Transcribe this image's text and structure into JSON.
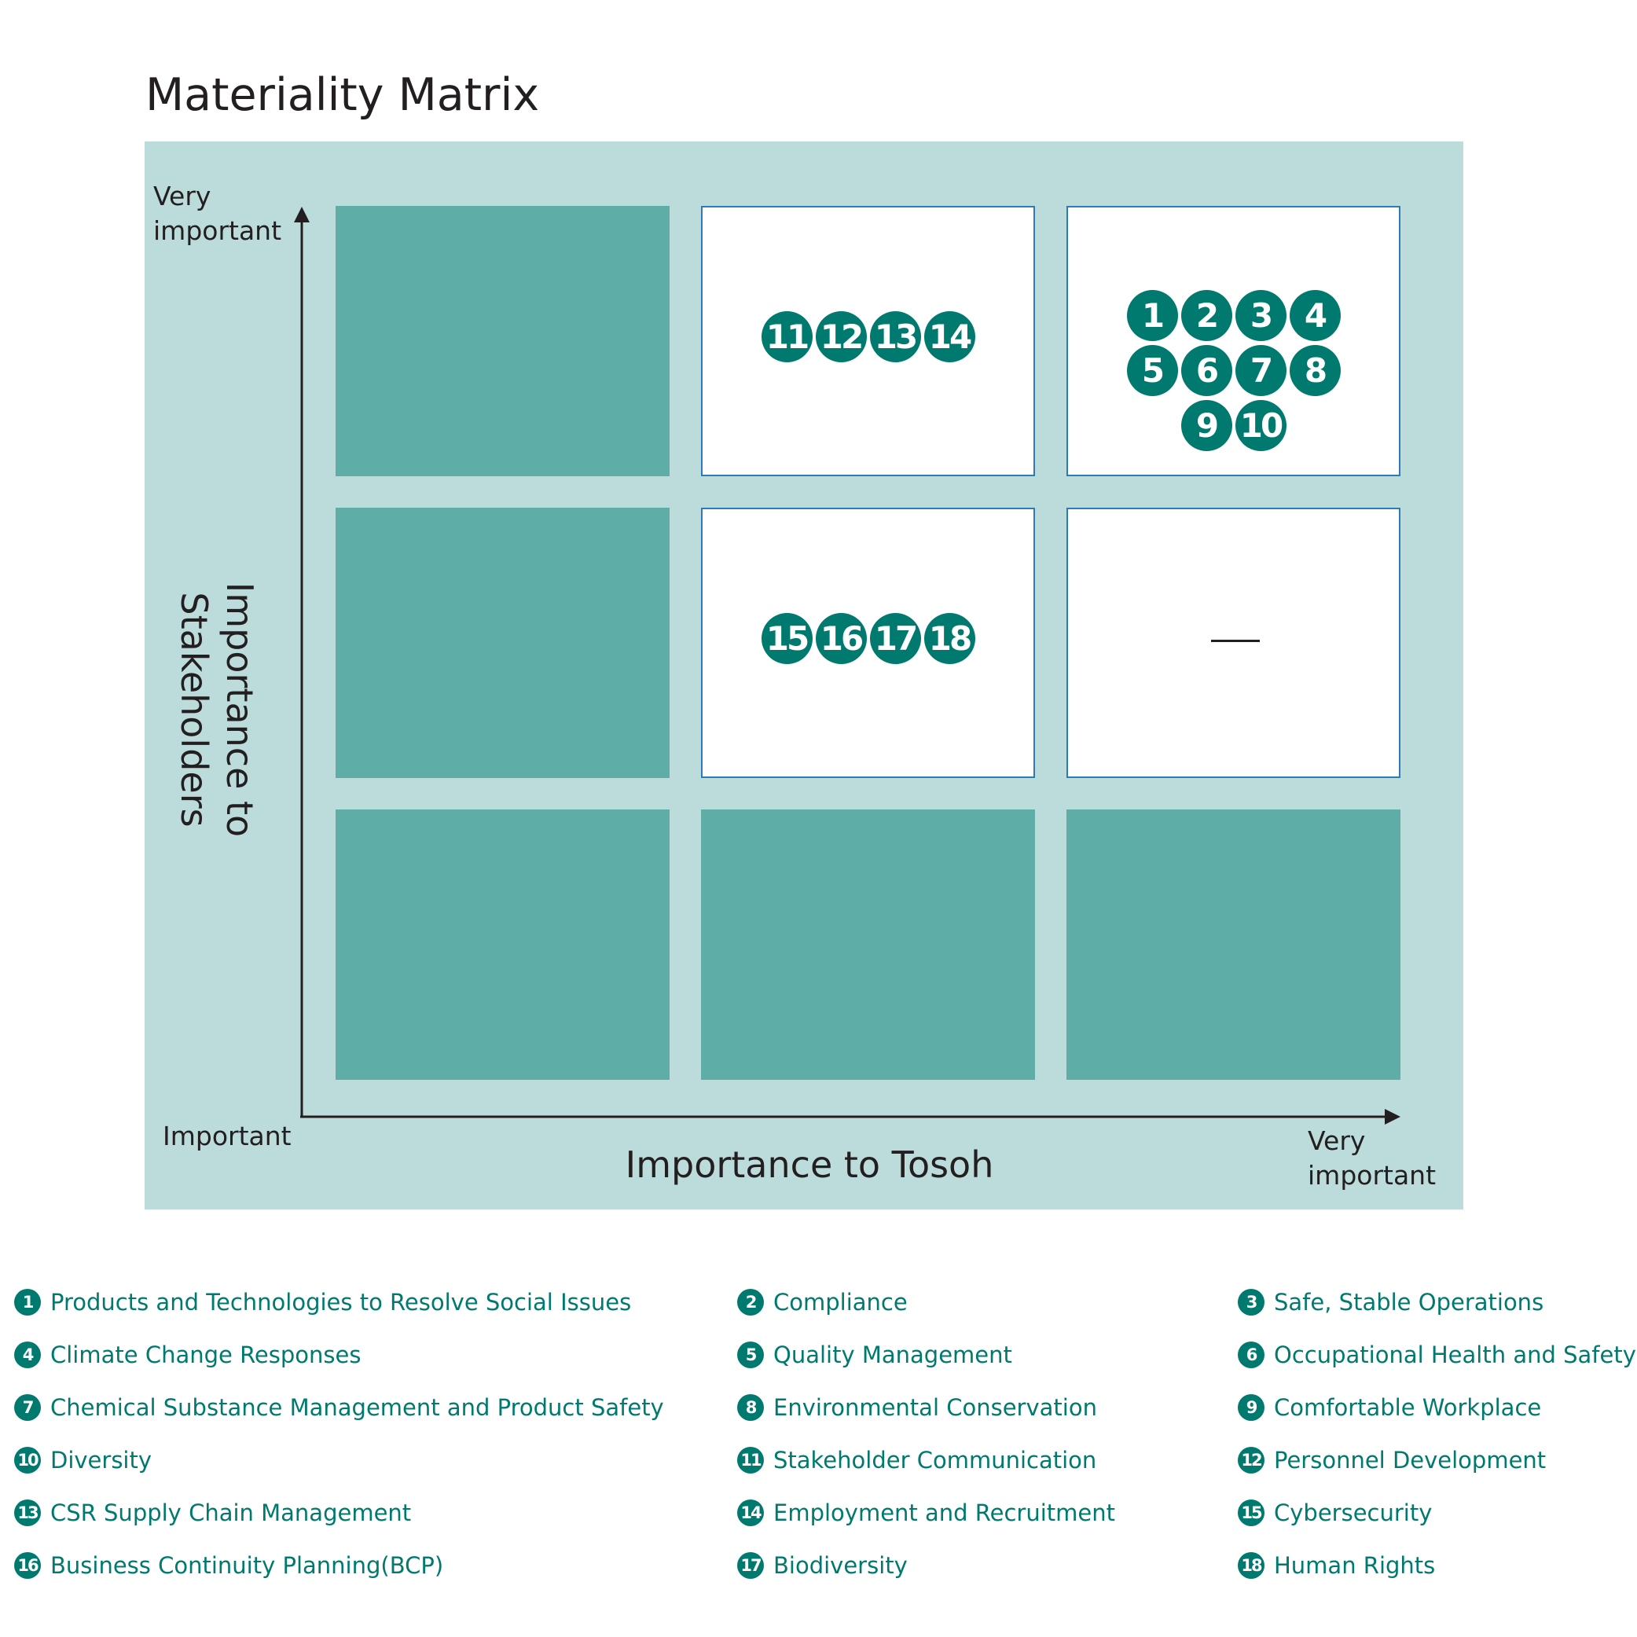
{
  "title": "Materiality Matrix",
  "axes": {
    "x_title": "Importance to Tosoh",
    "y_title_line1": "Importance to",
    "y_title_line2": "Stakeholders",
    "y_top_line1": "Very",
    "y_top_line2": "important",
    "origin_label": "Important",
    "x_right_line1": "Very",
    "x_right_line2": "important"
  },
  "matrix": {
    "top_middle": [
      "11",
      "12",
      "13",
      "14"
    ],
    "top_right": [
      "1",
      "2",
      "3",
      "4",
      "5",
      "6",
      "7",
      "8",
      "9",
      "10"
    ],
    "middle_middle": [
      "15",
      "16",
      "17",
      "18"
    ],
    "middle_right_placeholder": "—"
  },
  "colors": {
    "panel": "#bcdcdb",
    "cell_teal": "#5eada7",
    "cell_white_border": "#2e7ab8",
    "badge": "#00796e",
    "legend_text": "#00796e"
  },
  "legend": [
    {
      "num": "1",
      "label": "Products and Technologies to Resolve Social Issues"
    },
    {
      "num": "2",
      "label": "Compliance"
    },
    {
      "num": "3",
      "label": "Safe, Stable Operations"
    },
    {
      "num": "4",
      "label": "Climate Change Responses"
    },
    {
      "num": "5",
      "label": "Quality Management"
    },
    {
      "num": "6",
      "label": "Occupational Health and Safety"
    },
    {
      "num": "7",
      "label": "Chemical Substance Management and Product Safety"
    },
    {
      "num": "8",
      "label": "Environmental Conservation"
    },
    {
      "num": "9",
      "label": "Comfortable Workplace"
    },
    {
      "num": "10",
      "label": "Diversity"
    },
    {
      "num": "11",
      "label": "Stakeholder Communication"
    },
    {
      "num": "12",
      "label": "Personnel Development"
    },
    {
      "num": "13",
      "label": "CSR Supply Chain Management"
    },
    {
      "num": "14",
      "label": "Employment and Recruitment"
    },
    {
      "num": "15",
      "label": "Cybersecurity"
    },
    {
      "num": "16",
      "label": "Business Continuity Planning(BCP)"
    },
    {
      "num": "17",
      "label": "Biodiversity"
    },
    {
      "num": "18",
      "label": "Human Rights"
    }
  ]
}
